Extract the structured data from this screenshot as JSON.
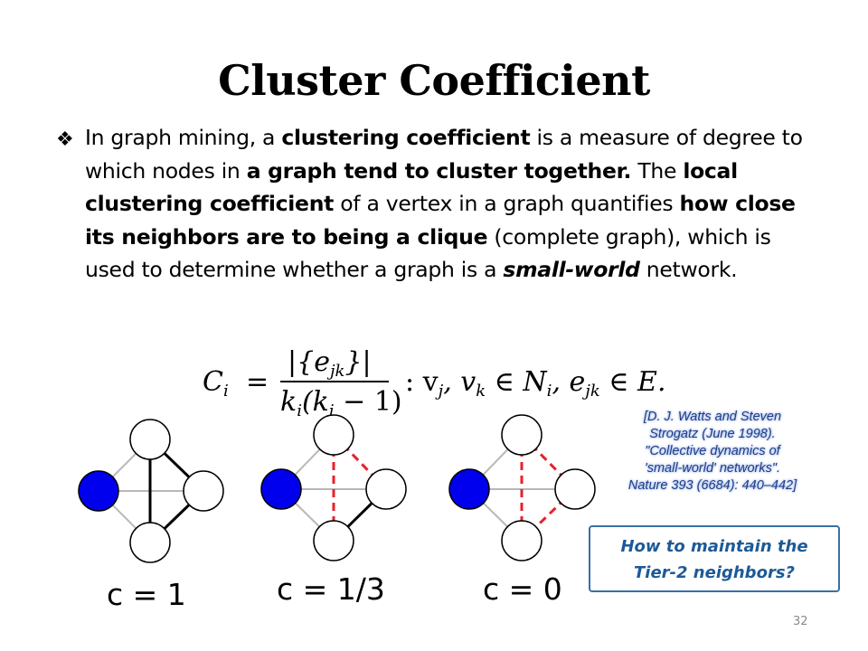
{
  "slide": {
    "title": "Cluster Coefficient",
    "bullet_icon": "diamond-bullet-icon",
    "page_number": "32"
  },
  "paragraph": {
    "s1": "In graph mining, a ",
    "s2": "clustering coefficient",
    "s3": " is a measure of degree to which nodes in ",
    "s4": "a graph tend to cluster together.",
    "s5": " The ",
    "s6": "local clustering coefficient",
    "s7": " of a vertex in a graph quantifies ",
    "s8": "how close its neighbors are to being a clique",
    "s9": " (complete graph), which is used to determine whether a graph is a ",
    "s10": "small-world",
    "s11": " network."
  },
  "formula": {
    "lhs": "C",
    "lhs_sub": "i",
    "equals": "=",
    "numerator": "|{e",
    "numerator_sub": "jk",
    "numerator_end": "}|",
    "denominator": "k",
    "denominator_sub": "i",
    "denominator_mid": "(k",
    "denominator_sub2": "i",
    "denominator_end": " − 1)",
    "condition": ": v",
    "cond_sub1": "j",
    "cond_mid1": ", v",
    "cond_sub2": "k",
    "cond_mid2": " ∈ N",
    "cond_sub3": "i",
    "cond_mid3": ", e",
    "cond_sub4": "jk",
    "cond_end": " ∈ E."
  },
  "graphs": [
    {
      "label": "c = 1"
    },
    {
      "label": "c = 1/3"
    },
    {
      "label": "c = 0"
    }
  ],
  "citation": {
    "line1": "[D. J. Watts and Steven",
    "line2": "Strogatz (June 1998).",
    "line3": "\"Collective dynamics of",
    "line4": "'small-world' networks\".",
    "line5": "Nature 393 (6684): 440–442]"
  },
  "question": {
    "line1": "How to maintain the",
    "line2": "Tier-2 neighbors?"
  },
  "colors": {
    "center_node": "#0000ee",
    "dashed_edge": "#e8202a",
    "light_edge": "#b8b8b8",
    "question_text": "#1d5a96"
  }
}
